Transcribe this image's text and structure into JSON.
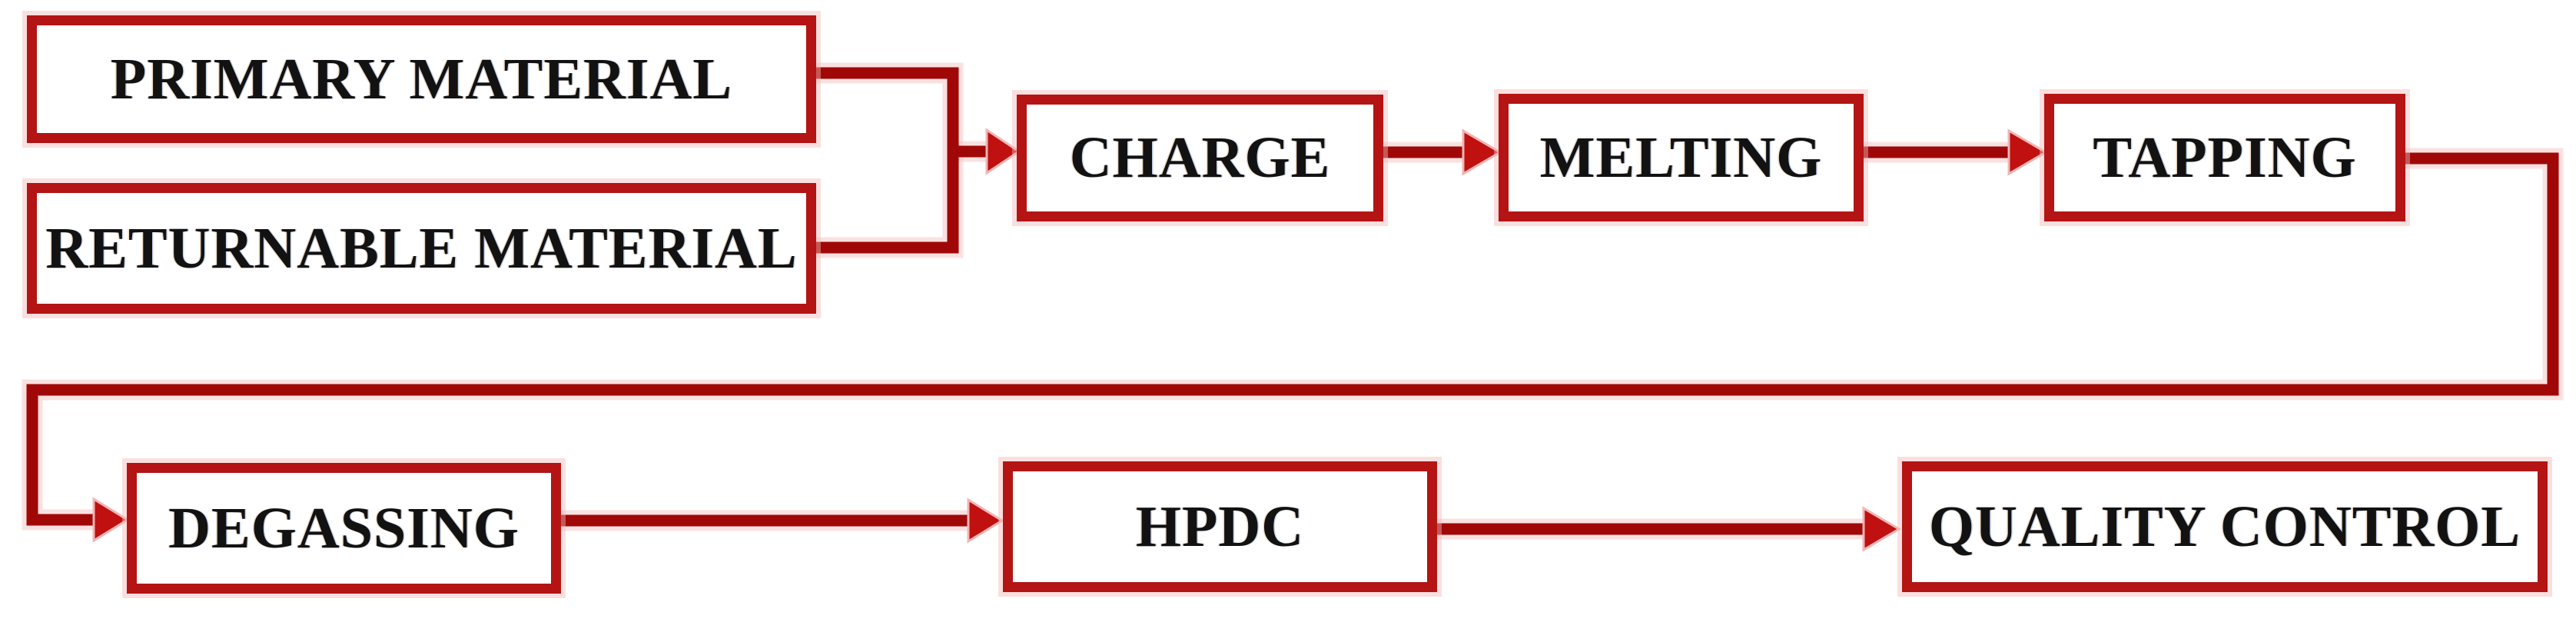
{
  "diagram": {
    "type": "flowchart",
    "nodes": [
      {
        "id": "primary",
        "label": "PRIMARY MATERIAL"
      },
      {
        "id": "returnable",
        "label": "RETURNABLE MATERIAL"
      },
      {
        "id": "charge",
        "label": "CHARGE"
      },
      {
        "id": "melting",
        "label": "MELTING"
      },
      {
        "id": "tapping",
        "label": "TAPPING"
      },
      {
        "id": "degassing",
        "label": "DEGASSING"
      },
      {
        "id": "hpdc",
        "label": "HPDC"
      },
      {
        "id": "quality",
        "label": "QUALITY CONTROL"
      }
    ],
    "edges": [
      {
        "from": "primary",
        "to": "charge"
      },
      {
        "from": "returnable",
        "to": "charge"
      },
      {
        "from": "charge",
        "to": "melting"
      },
      {
        "from": "melting",
        "to": "tapping"
      },
      {
        "from": "tapping",
        "to": "degassing"
      },
      {
        "from": "degassing",
        "to": "hpdc"
      },
      {
        "from": "hpdc",
        "to": "quality"
      }
    ],
    "colors": {
      "box_border": "#b41414",
      "box_fill": "#ffffff",
      "line": "#a00808",
      "arrowhead": "#c01010",
      "halo": "#f5c9c9",
      "text": "#121212",
      "background": "#ffffff"
    }
  }
}
